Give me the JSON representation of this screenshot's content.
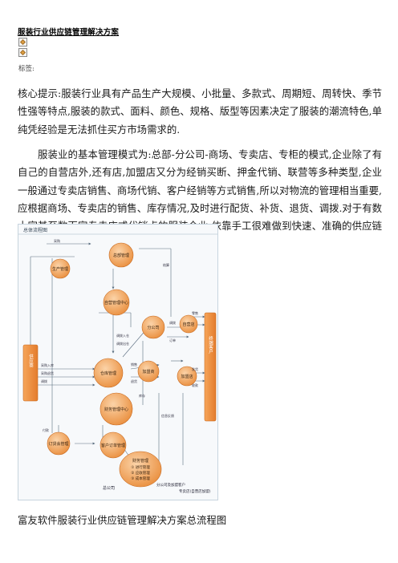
{
  "doc": {
    "title": "服装行业供应链管理解决方案",
    "tags_label": "标签:",
    "para1": "核心提示:服装行业具有产品生产大规模、小批量、多款式、周期短、周转快、季节性强等特点,服装的款式、面料、颜色、规格、版型等因素决定了服装的潮流特色,单纯凭经验是无法抓住买方市场需求的.",
    "para2": "服装业的基本管理模式为:总部-分公司-商场、专卖店、专柜的模式,企业除了有自己的自营店外,还有店,加盟店又分为经销买断、押金代销、联营等多种类型,企业一般通过专卖店销售、商场代销、客户经销等方式销售,所以对物流的管理相当重要,应根据商场、专卖店的销售、库存情况,及时进行配货、补货、退货、调拨.对于有数十家甚至数百家专卖店或代销点的服装企业,依靠手工很难做到快速、准确的供应链管理.",
    "caption": "富友软件服装行业供应链管理解决方案总流程图"
  },
  "diagram": {
    "header": "总体流程图",
    "nodes": {
      "purchase": "采购",
      "mgmt": "总部管理",
      "production": "生产管理",
      "retail_center": "自营管理中心",
      "warehouse": "仓库管理",
      "branch": "分公司",
      "self_store": "自营店",
      "franchise_mgmt": "加盟商",
      "franchise_store": "加盟店",
      "finance": "财务管理中心",
      "order_fair": "订货会管理",
      "client_order": "客户订单管理",
      "supplier": "供应商",
      "consumer": "终端客户",
      "hq_mgmt": "财务管理",
      "hq": "总公司",
      "branch_bottom": "分公司及加盟客户",
      "store_bottom": "专卖店(自营店加盟)"
    },
    "hq_items": [
      "① 进行管理",
      "② 应收管理",
      "③ 成本管理"
    ],
    "labels": {
      "recv": "采购入库",
      "ret": "采购退货",
      "alloc": "调拨",
      "transfer": "调拨",
      "sales": "销售",
      "return": "退货",
      "settle": "结算",
      "payment": "付款",
      "order": "订单",
      "ship": "发货",
      "inbound": "调拨入仓",
      "outbound": "调拨出仓",
      "retail": "零售",
      "stock": "库存",
      "info": "信息反馈",
      "collect": "收款"
    }
  }
}
